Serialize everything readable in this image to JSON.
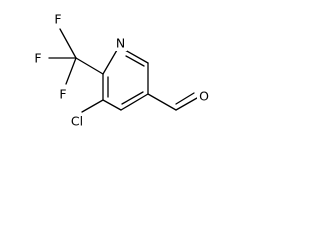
{
  "structure": {
    "labels": {
      "nitrogen": "N",
      "chlorine": "Cl",
      "oxygen": "O",
      "fluorine_1": "F",
      "fluorine_2": "F",
      "fluorine_3": "F"
    }
  }
}
